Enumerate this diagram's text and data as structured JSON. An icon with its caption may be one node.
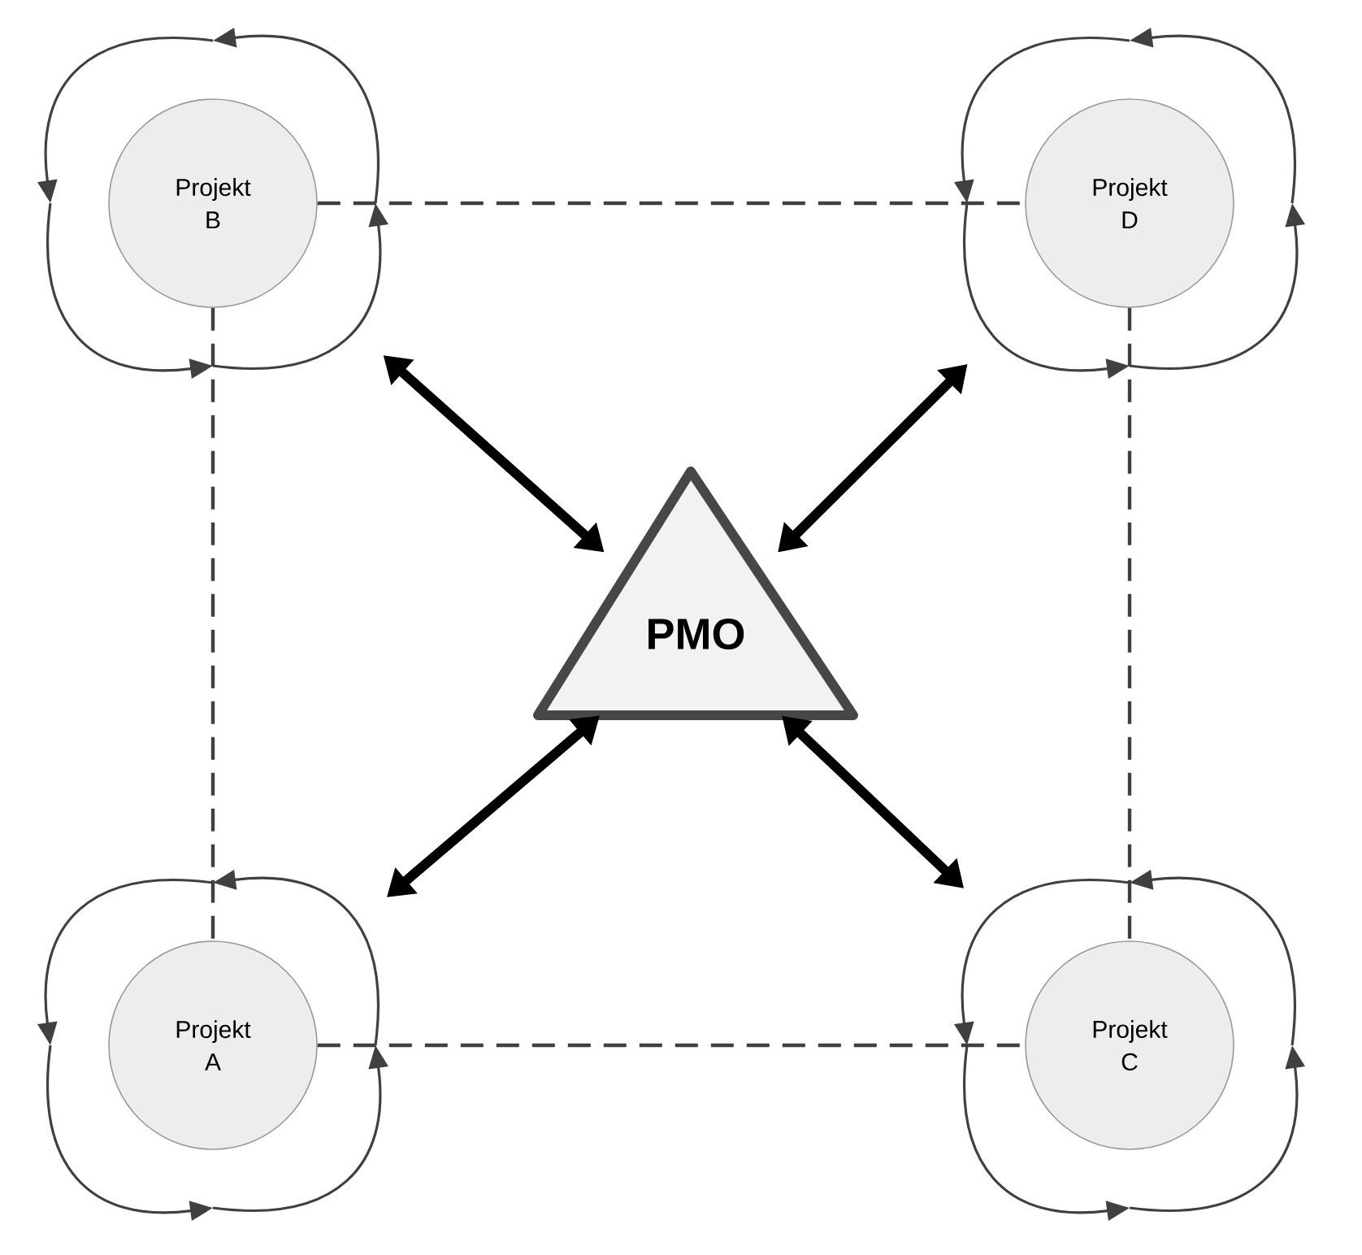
{
  "diagram": {
    "nodes": [
      {
        "text": [
          "Projekt B"
        ]
      },
      {
        "text": [
          "Projekt D"
        ]
      },
      {
        "text": [
          "PMO"
        ]
      },
      {
        "text": [
          "Projekt A"
        ]
      },
      {
        "text": [
          "Projekt C"
        ]
      }
    ],
    "edges": [
      {
        "from": 0,
        "to": 1,
        "arrow": "none",
        "style": "dashed"
      },
      {
        "from": 0,
        "to": 3,
        "arrow": "none",
        "style": "dashed"
      },
      {
        "from": 1,
        "to": 4,
        "arrow": "none",
        "style": "dashed"
      },
      {
        "from": 3,
        "to": 4,
        "arrow": "none",
        "style": "dashed"
      },
      {
        "from": 0,
        "to": 2,
        "arrow": "both",
        "style": "thick"
      },
      {
        "from": 1,
        "to": 2,
        "arrow": "both",
        "style": "thick"
      },
      {
        "from": 3,
        "to": 2,
        "arrow": "both",
        "style": "thick"
      },
      {
        "from": 4,
        "to": 2,
        "arrow": "both",
        "style": "thick"
      }
    ]
  }
}
